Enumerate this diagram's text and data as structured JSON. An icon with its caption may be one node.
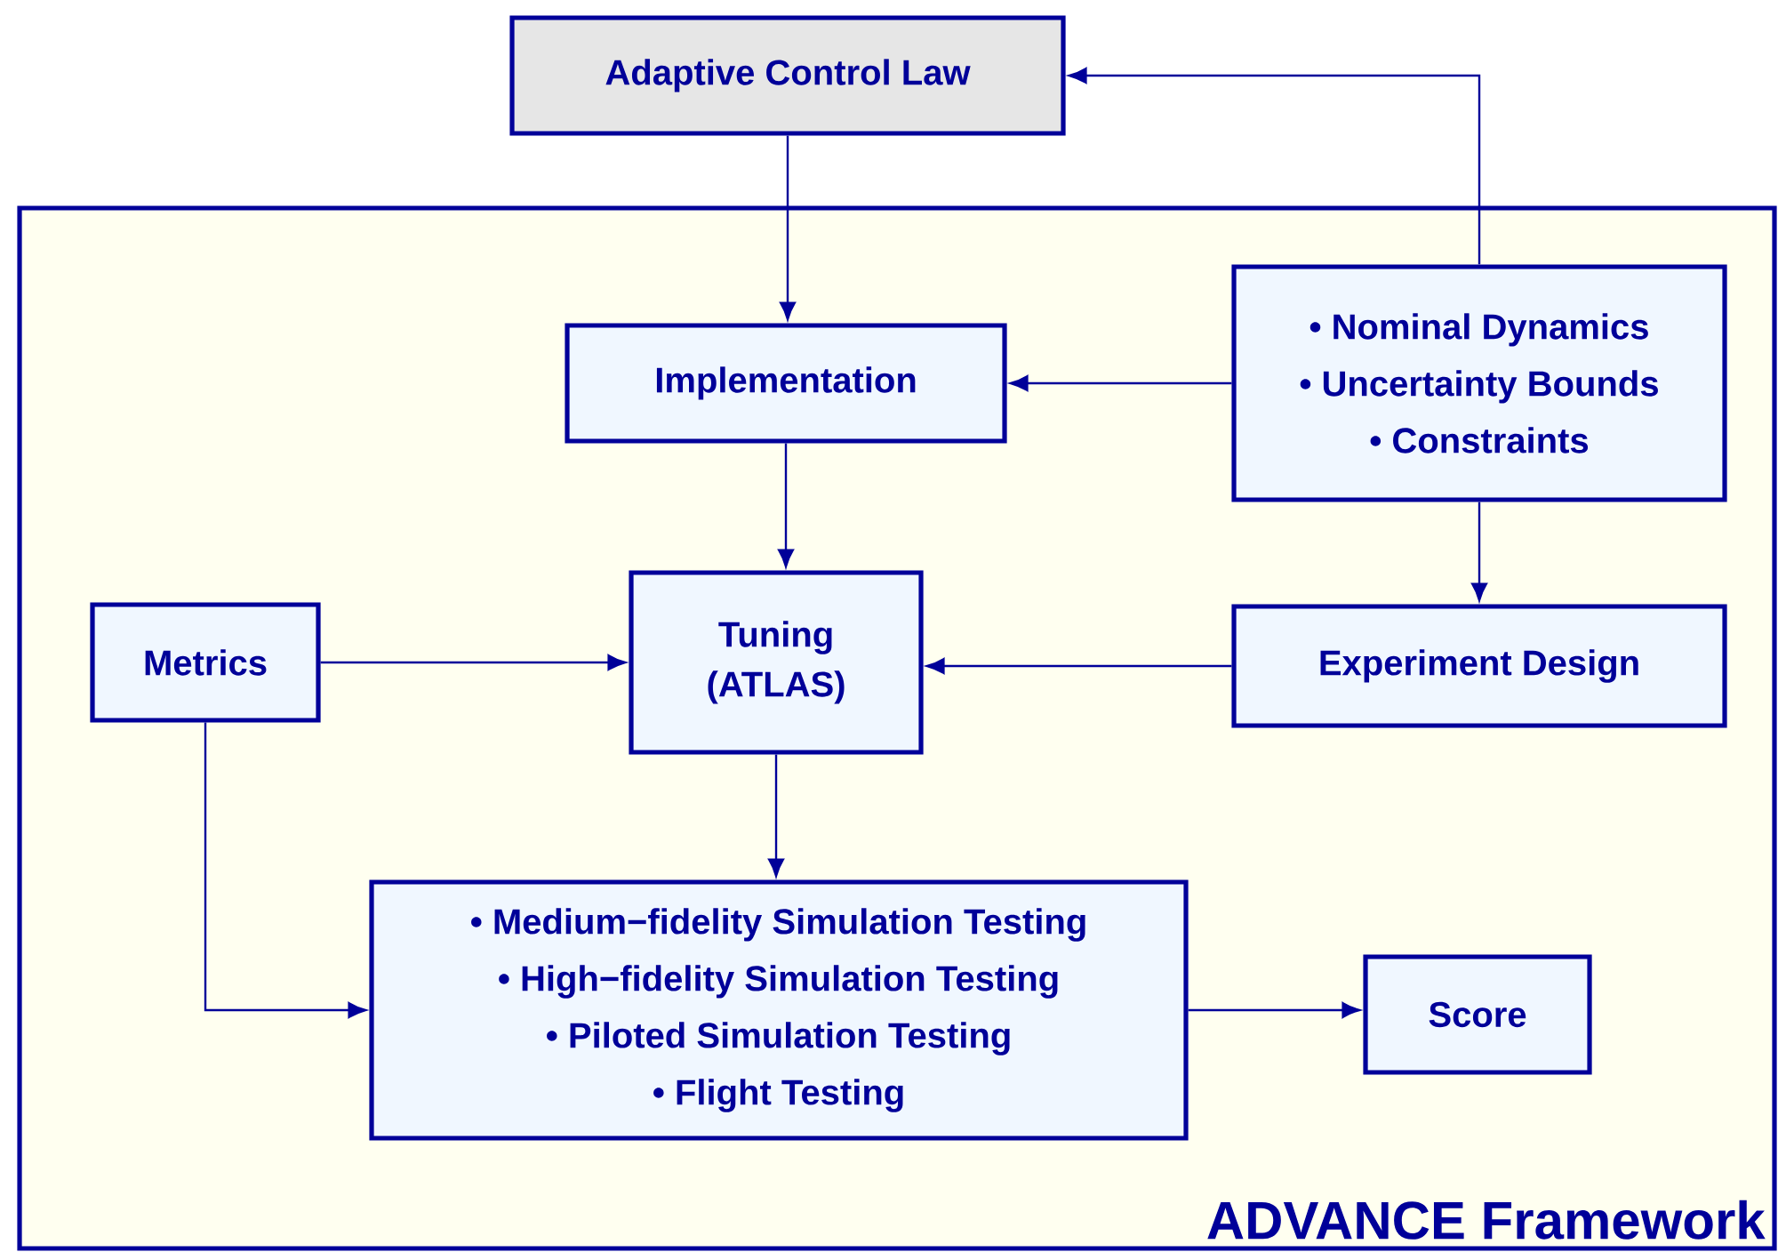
{
  "diagram": {
    "nodes": [
      {
        "text": [
          "Adaptive Control Law"
        ]
      },
      {
        "text": [
          "ADVANCE Framework"
        ]
      },
      {
        "text": [
          "Implementation"
        ],
        "in": 1
      },
      {
        "text": [
          "• Nominal Dynamics",
          "• Uncertainty Bounds",
          "• Constraints"
        ],
        "in": 1
      },
      {
        "text": [
          "Metrics"
        ],
        "in": 1
      },
      {
        "text": [
          "Tuning (ATLAS)"
        ],
        "in": 1
      },
      {
        "text": [
          "Experiment Design"
        ],
        "in": 1
      },
      {
        "text": [
          "• Medium−fidelity Simulation Testing",
          "• High−fidelity Simulation Testing",
          "• Piloted Simulation Testing",
          "• Flight Testing"
        ],
        "in": 1
      },
      {
        "text": [
          "Score"
        ],
        "in": 1
      }
    ],
    "edges": [
      {
        "from": 0,
        "to": 2,
        "arrow": "to"
      },
      {
        "from": 3,
        "to": 0,
        "arrow": "to"
      },
      {
        "from": 3,
        "to": 2,
        "arrow": "to"
      },
      {
        "from": 2,
        "to": 5,
        "arrow": "to"
      },
      {
        "from": 3,
        "to": 6,
        "arrow": "to"
      },
      {
        "from": 6,
        "to": 5,
        "arrow": "to"
      },
      {
        "from": 4,
        "to": 5,
        "arrow": "to"
      },
      {
        "from": 5,
        "to": 7,
        "arrow": "to"
      },
      {
        "from": 4,
        "to": 7,
        "arrow": "to"
      },
      {
        "from": 7,
        "to": 8,
        "arrow": "to"
      }
    ]
  }
}
